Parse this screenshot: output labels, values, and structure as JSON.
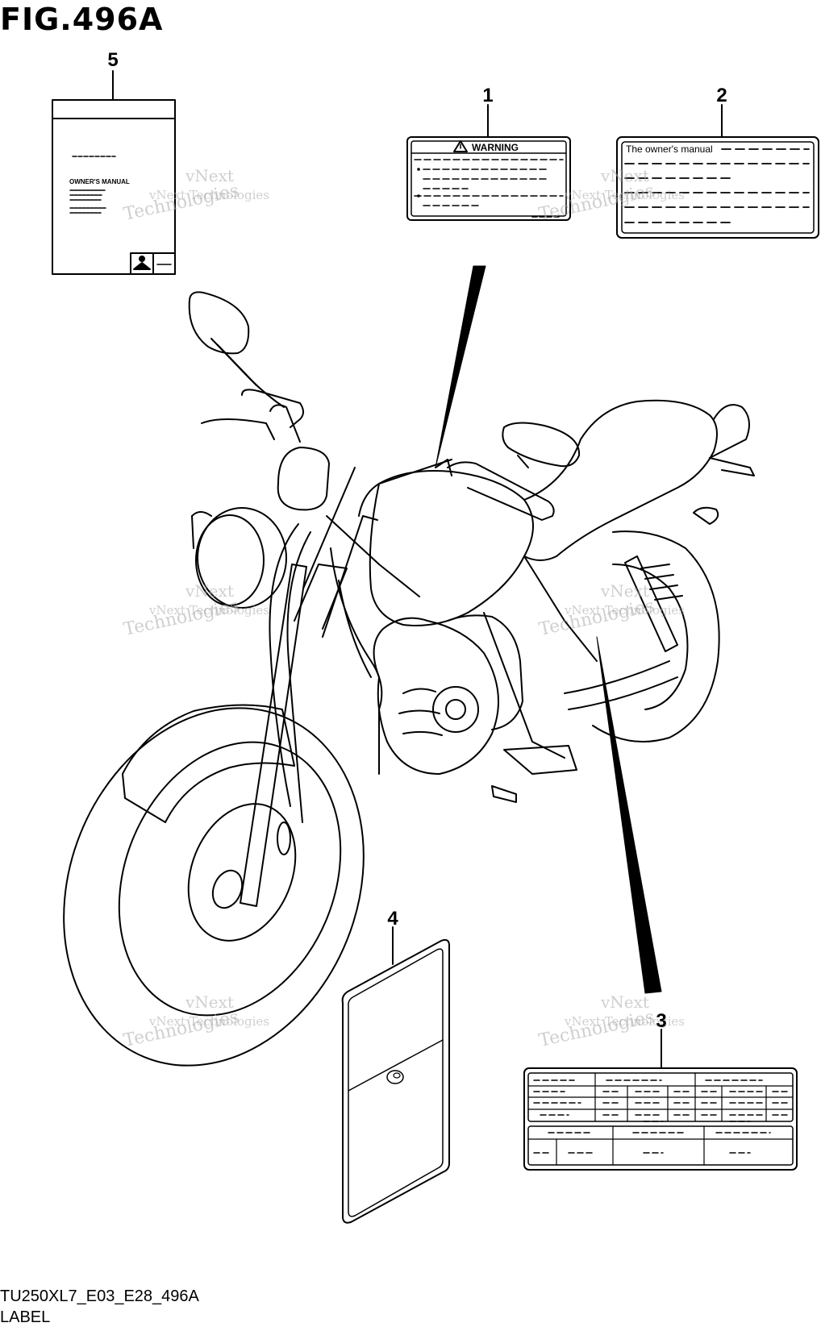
{
  "figure": {
    "title": "FIG.496A",
    "code": "TU250XL7_E03_E28_496A",
    "name": "LABEL"
  },
  "callouts": [
    {
      "number": "1"
    },
    {
      "number": "2"
    },
    {
      "number": "3"
    },
    {
      "number": "4"
    },
    {
      "number": "5"
    }
  ],
  "labels": {
    "warning_label_title": "WARNING",
    "owners_manual_label_text": "The owner's manual",
    "manual_book_heading": "OWNER'S MANUAL"
  },
  "watermark": {
    "line1": "vNext",
    "line2": "vNext Technologies",
    "line3": "Technologies"
  }
}
